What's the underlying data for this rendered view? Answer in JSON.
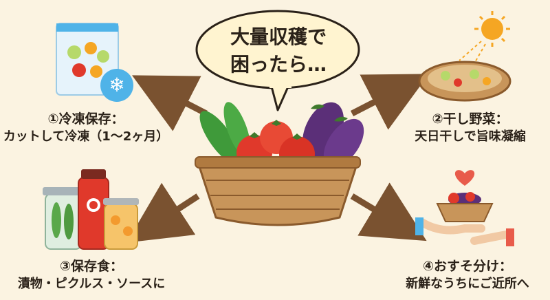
{
  "center": {
    "bubble_line1": "大量収穫で",
    "bubble_line2": "困ったら…"
  },
  "methods": {
    "freeze": {
      "line1": "①冷凍保存：",
      "line2": "カットして冷凍（1〜2ヶ月）",
      "icon": "freezer-bag-icon"
    },
    "dry": {
      "line1": "②干し野菜：",
      "line2": "天日干しで旨味凝縮",
      "icon": "drying-basket-icon"
    },
    "preserve": {
      "line1": "③保存食：",
      "line2": "漬物・ピクルス・ソースに",
      "icon": "preserve-jars-icon"
    },
    "share": {
      "line1": "④おすそ分け：",
      "line2": "新鮮なうちにご近所へ",
      "icon": "sharing-hands-icon"
    }
  },
  "colors": {
    "background": "#fbf3e1",
    "arrow": "#7a5230",
    "basket": "#c8955a",
    "tomato": "#e0392b",
    "cucumber": "#3f9a3a",
    "eggplant": "#5b2f78",
    "ice": "#4fb3e8",
    "sun": "#f5a623"
  }
}
